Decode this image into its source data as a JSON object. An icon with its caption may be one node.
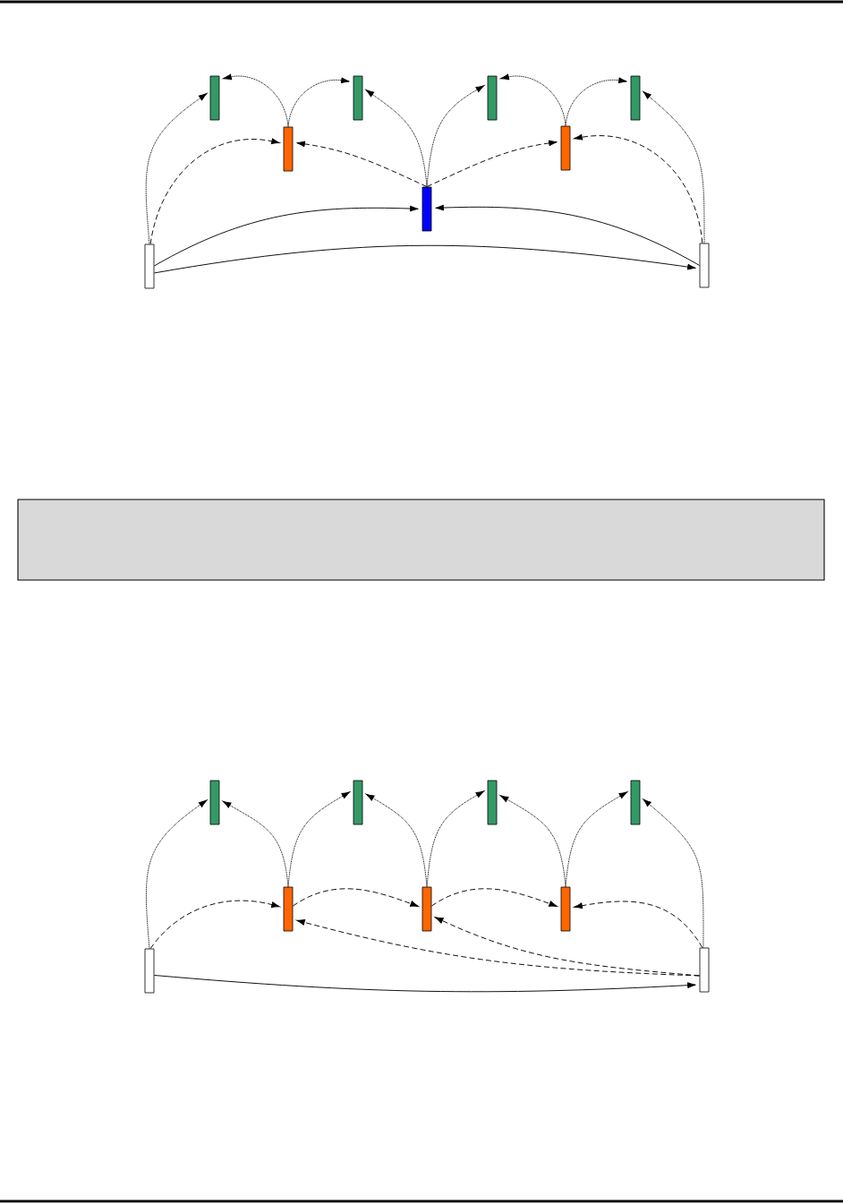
{
  "diagram": {
    "nodes": [
      {
        "text": [],
        "shape": "bar"
      },
      {
        "text": [],
        "shape": "bar"
      },
      {
        "text": [],
        "shape": "bar"
      },
      {
        "text": [],
        "shape": "bar"
      },
      {
        "text": [],
        "shape": "bar"
      },
      {
        "text": [],
        "shape": "bar"
      },
      {
        "text": [],
        "shape": "bar"
      },
      {
        "text": [],
        "shape": "bar"
      },
      {
        "text": [],
        "shape": "bar"
      },
      {
        "text": [],
        "shape": "bar"
      },
      {
        "text": [],
        "shape": "bar"
      },
      {
        "text": [],
        "shape": "bar"
      },
      {
        "text": [],
        "shape": "bar"
      },
      {
        "text": [],
        "shape": "bar"
      },
      {
        "text": [],
        "shape": "bar"
      },
      {
        "text": [],
        "shape": "bar"
      },
      {
        "text": [],
        "shape": "bar"
      },
      {
        "text": [],
        "shape": "bar"
      }
    ],
    "edges": [
      {
        "from": 7,
        "to": 0,
        "arrow": "to",
        "style": "dashed"
      },
      {
        "from": 4,
        "to": 0,
        "arrow": "to",
        "style": "dashed"
      },
      {
        "from": 4,
        "to": 1,
        "arrow": "to",
        "style": "dashed"
      },
      {
        "from": 6,
        "to": 1,
        "arrow": "to",
        "style": "dashed"
      },
      {
        "from": 6,
        "to": 2,
        "arrow": "to",
        "style": "dashed"
      },
      {
        "from": 5,
        "to": 2,
        "arrow": "to",
        "style": "dashed"
      },
      {
        "from": 5,
        "to": 3,
        "arrow": "to",
        "style": "dashed"
      },
      {
        "from": 8,
        "to": 3,
        "arrow": "to",
        "style": "dashed"
      },
      {
        "from": 7,
        "to": 4,
        "arrow": "to",
        "style": "dashed"
      },
      {
        "from": 6,
        "to": 4,
        "arrow": "to",
        "style": "dashed"
      },
      {
        "from": 6,
        "to": 5,
        "arrow": "to",
        "style": "dashed"
      },
      {
        "from": 8,
        "to": 5,
        "arrow": "to",
        "style": "dashed"
      },
      {
        "from": 7,
        "to": 6,
        "arrow": "to"
      },
      {
        "from": 8,
        "to": 6,
        "arrow": "to"
      },
      {
        "from": 7,
        "to": 8,
        "arrow": "to"
      },
      {
        "from": 16,
        "to": 9,
        "arrow": "to",
        "style": "dashed"
      },
      {
        "from": 13,
        "to": 9,
        "arrow": "to",
        "style": "dashed"
      },
      {
        "from": 13,
        "to": 10,
        "arrow": "to",
        "style": "dashed"
      },
      {
        "from": 14,
        "to": 10,
        "arrow": "to",
        "style": "dashed"
      },
      {
        "from": 14,
        "to": 11,
        "arrow": "to",
        "style": "dashed"
      },
      {
        "from": 15,
        "to": 11,
        "arrow": "to",
        "style": "dashed"
      },
      {
        "from": 15,
        "to": 12,
        "arrow": "to",
        "style": "dashed"
      },
      {
        "from": 17,
        "to": 12,
        "arrow": "to",
        "style": "dashed"
      },
      {
        "from": 16,
        "to": 13,
        "arrow": "to",
        "style": "dashed"
      },
      {
        "from": 13,
        "to": 14,
        "arrow": "to",
        "style": "dashed"
      },
      {
        "from": 14,
        "to": 15,
        "arrow": "to",
        "style": "dashed"
      },
      {
        "from": 17,
        "to": 15,
        "arrow": "to",
        "style": "dashed"
      },
      {
        "from": 17,
        "to": 13,
        "arrow": "to",
        "style": "dashed"
      },
      {
        "from": 17,
        "to": 14,
        "arrow": "to",
        "style": "dashed"
      },
      {
        "from": 16,
        "to": 17,
        "arrow": "to"
      }
    ]
  }
}
